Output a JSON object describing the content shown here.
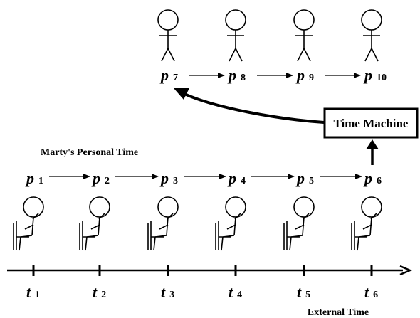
{
  "personal_time_label": "Marty's Personal Time",
  "external_time_label": "External Time",
  "machine_label": "Time Machine",
  "personal_symbol": "p",
  "time_symbol": "t",
  "top_row": [
    "7",
    "8",
    "9",
    "10"
  ],
  "bottom_row": [
    "1",
    "2",
    "3",
    "4",
    "5",
    "6"
  ],
  "ticks": [
    "1",
    "2",
    "3",
    "4",
    "5",
    "6"
  ]
}
